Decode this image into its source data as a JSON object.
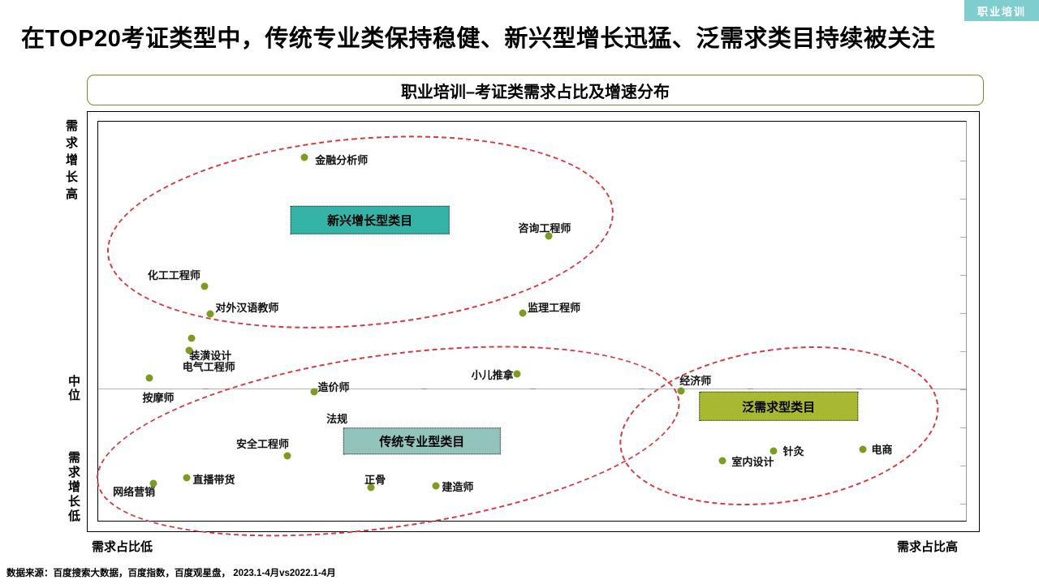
{
  "slide": {
    "corner_tag": "职业培训",
    "title": "在TOP20考证类型中，传统专业类保持稳健、新兴型增长迅猛、泛需求类目持续被关注",
    "source_note": "数据来源：百度搜索大数据，百度指数，百度观星盘， 2023.1-4月vs2022.1-4月"
  },
  "colors": {
    "corner_tag_bg": "#7fcdce",
    "title_box_border": "#84842f",
    "midline": "#b3b3b3"
  },
  "chart_data": {
    "type": "scatter",
    "title": "职业培训–考证类需求占比及增速分布",
    "x_axis": {
      "low": "需求占比低",
      "high": "需求占比高"
    },
    "y_axis": {
      "high": "需求增长高",
      "mid": "中位",
      "low": "需求增长低"
    },
    "axes_note": "qualitative axes: x = demand share (low to high), y = demand growth (low to high), gray line = median growth; point positions stored as percent of plot area (x from left, y from top)",
    "midline_top_pct": 66.9,
    "point_color": "#7d9b20",
    "ellipse_color": "#d8383f",
    "groups": [
      {
        "label": "新兴增长型类目",
        "color": "#36b3a7",
        "box": {
          "cx": 31.3,
          "cy": 24.6,
          "w": 18.2,
          "h": 6.6
        },
        "ellipse": {
          "cx": 30.2,
          "cy": 27.6,
          "w": 58.2,
          "h": 46.3,
          "rot": -5
        }
      },
      {
        "label": "传统专业型类目",
        "color": "#93c4bc",
        "box": {
          "cx": 37.3,
          "cy": 80.0,
          "w": 18.0,
          "h": 6.4
        },
        "ellipse": {
          "cx": 33.4,
          "cy": 80.1,
          "w": 67.4,
          "h": 42.7,
          "rot": -8
        }
      },
      {
        "label": "泛需求型类目",
        "color": "#a9b831",
        "box": {
          "cx": 78.4,
          "cy": 71.3,
          "w": 18.1,
          "h": 7.0
        },
        "ellipse": {
          "cx": 78.5,
          "cy": 76.2,
          "w": 36.7,
          "h": 37.8,
          "rot": -8
        }
      }
    ],
    "points": [
      {
        "name": "金融分析师",
        "group": "新兴增长型类目",
        "x": 23.8,
        "y": 8.9,
        "lx": 25.0,
        "ly": 7.5
      },
      {
        "name": "咨询工程师",
        "group": "新兴增长型类目",
        "x": 51.9,
        "y": 28.7,
        "lx": 48.4,
        "ly": 24.6
      },
      {
        "name": "监理工程师",
        "group": "新兴增长型类目",
        "x": 48.9,
        "y": 48.0,
        "lx": 49.5,
        "ly": 44.5
      },
      {
        "name": "化工工程师",
        "group": "新兴增长型类目",
        "x": 12.3,
        "y": 41.3,
        "lx": 5.7,
        "ly": 36.4
      },
      {
        "name": "对外汉语教师",
        "group": "新兴增长型类目",
        "x": 12.9,
        "y": 48.2,
        "lx": 13.5,
        "ly": 44.5
      },
      {
        "name": "装潢设计",
        "group": "传统专业型类目",
        "x": 10.8,
        "y": 54.3,
        "lx": 10.5,
        "ly": 56.5
      },
      {
        "name": "电气工程师",
        "group": "传统专业型类目",
        "x": 10.5,
        "y": 57.3,
        "lx": 9.7,
        "ly": 59.4
      },
      {
        "name": "按摩师",
        "group": "传统专业型类目",
        "x": 5.9,
        "y": 64.2,
        "lx": 5.1,
        "ly": 67.1
      },
      {
        "name": "造价师",
        "group": "传统专业型类目",
        "x": 24.9,
        "y": 67.7,
        "lx": 25.3,
        "ly": 64.4
      },
      {
        "name": "小儿推拿",
        "group": "传统专业型类目",
        "x": 48.3,
        "y": 63.2,
        "lx": 43.0,
        "ly": 61.4
      },
      {
        "name": "法规",
        "group": "传统专业型类目",
        "x": 26.3,
        "y": 74.0,
        "lx": 26.3,
        "ly": 72.4,
        "dot": false
      },
      {
        "name": "安全工程师",
        "group": "传统专业型类目",
        "x": 21.8,
        "y": 83.7,
        "lx": 15.9,
        "ly": 78.7
      },
      {
        "name": "直播带货",
        "group": "传统专业型类目",
        "x": 10.2,
        "y": 89.2,
        "lx": 10.9,
        "ly": 87.6
      },
      {
        "name": "网络营销",
        "group": "传统专业型类目",
        "x": 6.4,
        "y": 90.7,
        "lx": 1.7,
        "ly": 90.7
      },
      {
        "name": "正骨",
        "group": "传统专业型类目",
        "x": 31.4,
        "y": 91.7,
        "lx": 30.7,
        "ly": 87.6
      },
      {
        "name": "建造师",
        "group": "传统专业型类目",
        "x": 38.9,
        "y": 91.3,
        "lx": 39.6,
        "ly": 89.4
      },
      {
        "name": "经济师",
        "group": "泛需求型类目",
        "x": 67.2,
        "y": 67.5,
        "lx": 67.0,
        "ly": 62.8
      },
      {
        "name": "室内设计",
        "group": "泛需求型类目",
        "x": 71.9,
        "y": 85.0,
        "lx": 73.0,
        "ly": 83.1
      },
      {
        "name": "针灸",
        "group": "泛需求型类目",
        "x": 77.8,
        "y": 82.5,
        "lx": 78.9,
        "ly": 80.5
      },
      {
        "name": "电商",
        "group": "泛需求型类目",
        "x": 88.1,
        "y": 82.1,
        "lx": 89.1,
        "ly": 80.1
      }
    ]
  }
}
